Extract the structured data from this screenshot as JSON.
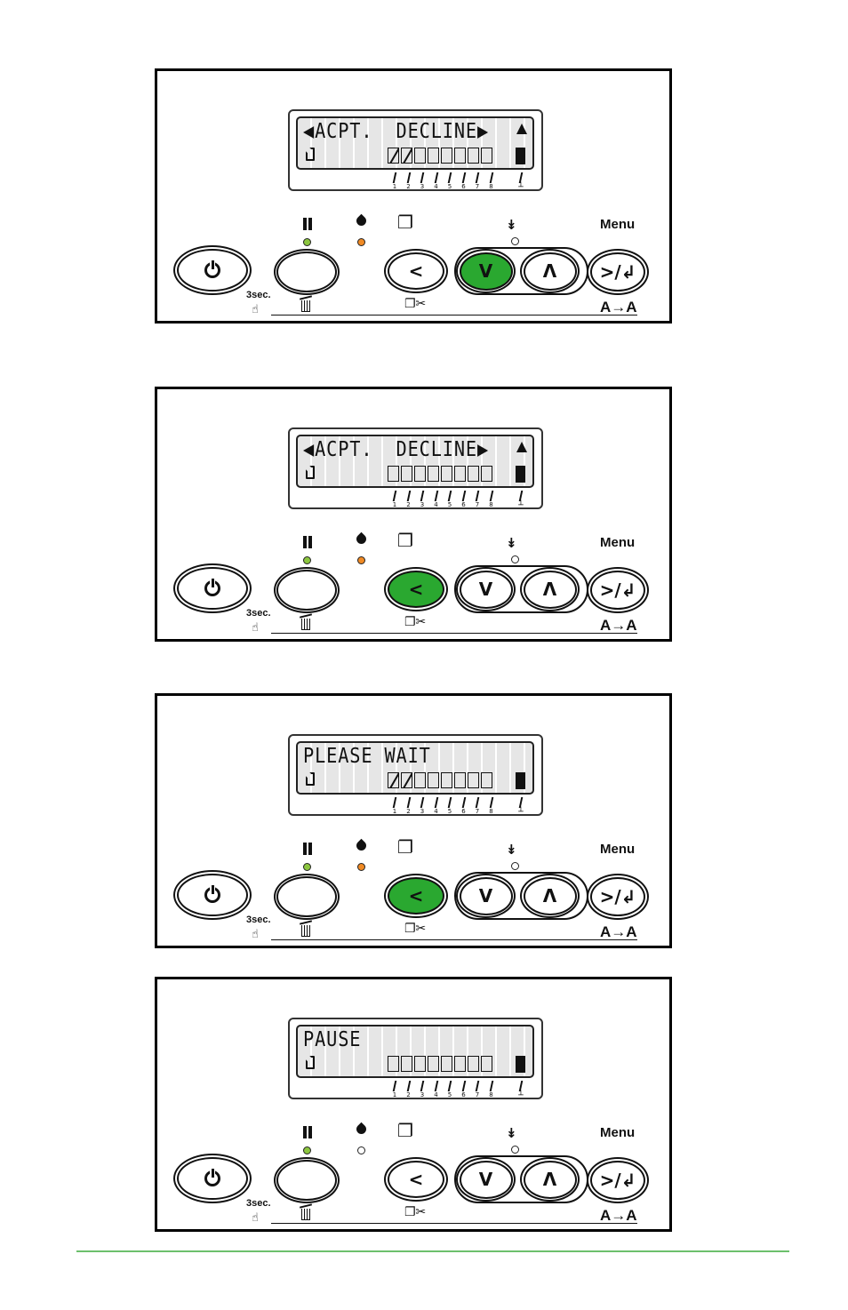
{
  "colors": {
    "active_button": "#2aa830",
    "led_green": "#8cc63f",
    "led_orange": "#f08a24",
    "footer_line": "#6cc06c"
  },
  "common": {
    "menu_label": "Menu",
    "hold_label": "3sec.",
    "font_icon_label": "A→A",
    "tick_numbers": [
      "1",
      "2",
      "3",
      "4",
      "5",
      "6",
      "7",
      "8"
    ],
    "icons": [
      "pause-icon",
      "ink-drop-icon",
      "paper-source-icon",
      "paper-feed-icon",
      "power-icon",
      "trash-icon",
      "paper-cut-icon",
      "font-icon",
      "hand-icon"
    ]
  },
  "panels": [
    {
      "lcd_line1": "◀ACPT.  DECLINE▶",
      "lcd_show_up_arrow": true,
      "hatched_cells": 2,
      "led_pause": "on-green",
      "led_ink": "on-orange",
      "active_button": "down",
      "buttons": {
        "left": "<",
        "down": "V",
        "up": "Ʌ",
        "enter": ">/↲"
      }
    },
    {
      "lcd_line1": "◀ACPT.  DECLINE▶",
      "lcd_show_up_arrow": true,
      "hatched_cells": 0,
      "led_pause": "on-green",
      "led_ink": "on-orange",
      "active_button": "left",
      "buttons": {
        "left": "<",
        "down": "V",
        "up": "Ʌ",
        "enter": ">/↲"
      }
    },
    {
      "lcd_line1": "PLEASE WAIT",
      "lcd_show_up_arrow": false,
      "hatched_cells": 2,
      "led_pause": "on-green",
      "led_ink": "on-orange",
      "active_button": "left",
      "buttons": {
        "left": "<",
        "down": "V",
        "up": "Ʌ",
        "enter": ">/↲"
      }
    },
    {
      "lcd_line1": "PAUSE",
      "lcd_show_up_arrow": false,
      "hatched_cells": 0,
      "led_pause": "on-green",
      "led_ink": "off",
      "active_button": "none",
      "buttons": {
        "left": "<",
        "down": "V",
        "up": "Ʌ",
        "enter": ">/↲"
      }
    }
  ]
}
